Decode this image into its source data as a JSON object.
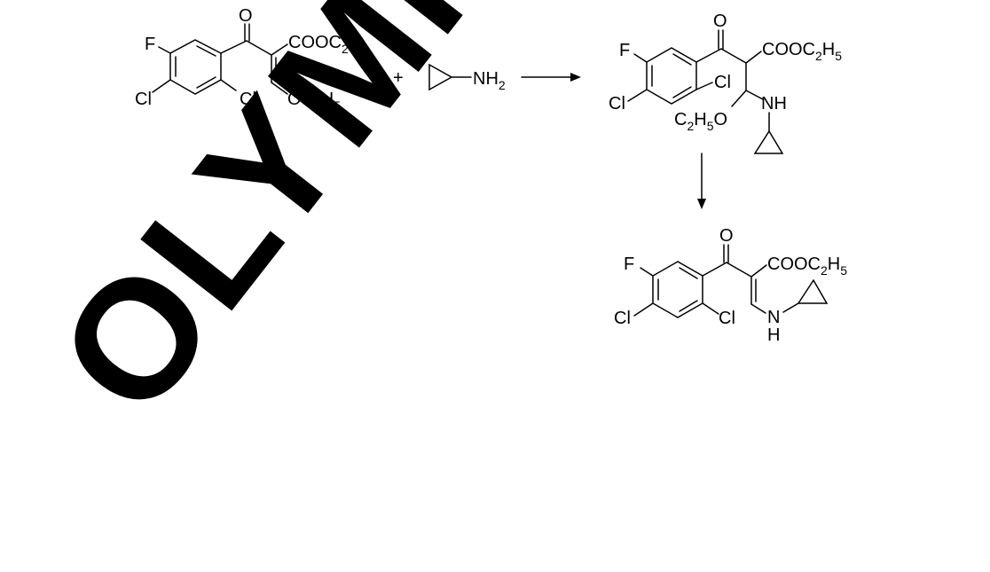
{
  "colors": {
    "ink": "#000000",
    "watermark": "#ff0000",
    "background": "#ffffff"
  },
  "watermark": {
    "text": "OLYMPIA"
  },
  "reaction": {
    "plus": "+",
    "reactant1": {
      "carbonyl_O": "O",
      "F": "F",
      "Cl_ring": "Cl",
      "Cl_ortho": "Cl",
      "ester": {
        "main": "COOC",
        "sub1": "2",
        "mid": "H",
        "sub2": "5"
      },
      "ethoxy": {
        "main": "OC",
        "sub1": "2",
        "mid": "H",
        "sub2": "5"
      }
    },
    "reactant2": {
      "amine": {
        "main": "NH",
        "sub": "2"
      }
    },
    "intermediate": {
      "carbonyl_O": "O",
      "F": "F",
      "Cl_ring": "Cl",
      "Cl_ortho": "Cl",
      "ester": {
        "main": "COOC",
        "sub1": "2",
        "mid": "H",
        "sub2": "5"
      },
      "ethoxy": {
        "pre": "C",
        "sub1": "2",
        "mid": "H",
        "sub2": "5",
        "post": "O"
      },
      "NH": "NH"
    },
    "product": {
      "carbonyl_O": "O",
      "F": "F",
      "Cl_ring": "Cl",
      "Cl_ortho": "Cl",
      "ester": {
        "main": "COOC",
        "sub1": "2",
        "mid": "H",
        "sub2": "5"
      },
      "N": "N",
      "H": "H"
    }
  }
}
